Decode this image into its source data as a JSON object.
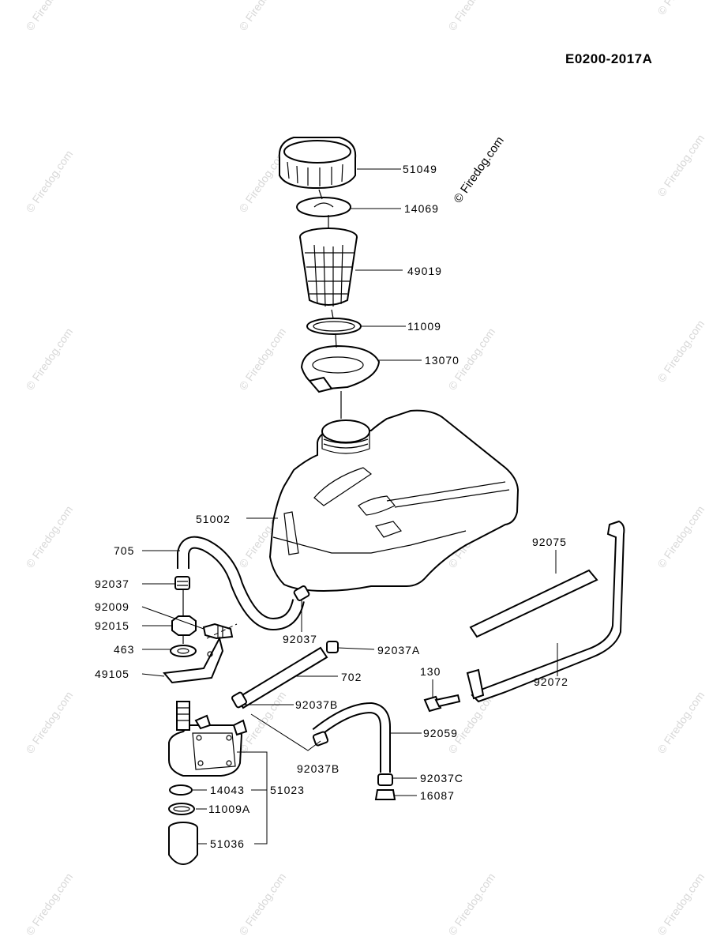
{
  "diagram_code": "E0200-2017A",
  "watermark": {
    "text": "© Firedog.com",
    "center_text": "© Firedog.com"
  },
  "parts": {
    "p51049": "51049",
    "p14069": "14069",
    "p49019": "49019",
    "p11009": "11009",
    "p13070": "13070",
    "p51002": "51002",
    "p705": "705",
    "p92037_a": "92037",
    "p92009": "92009",
    "p92015": "92015",
    "p463": "463",
    "p49105": "49105",
    "p92037_b": "92037",
    "p92037A": "92037A",
    "p702": "702",
    "p92037B_a": "92037B",
    "p92037B_b": "92037B",
    "p92059": "92059",
    "p92037C": "92037C",
    "p16087": "16087",
    "p14043": "14043",
    "p51023": "51023",
    "p11009A": "11009A",
    "p51036": "51036",
    "p130": "130",
    "p92075": "92075",
    "p92072": "92072"
  }
}
